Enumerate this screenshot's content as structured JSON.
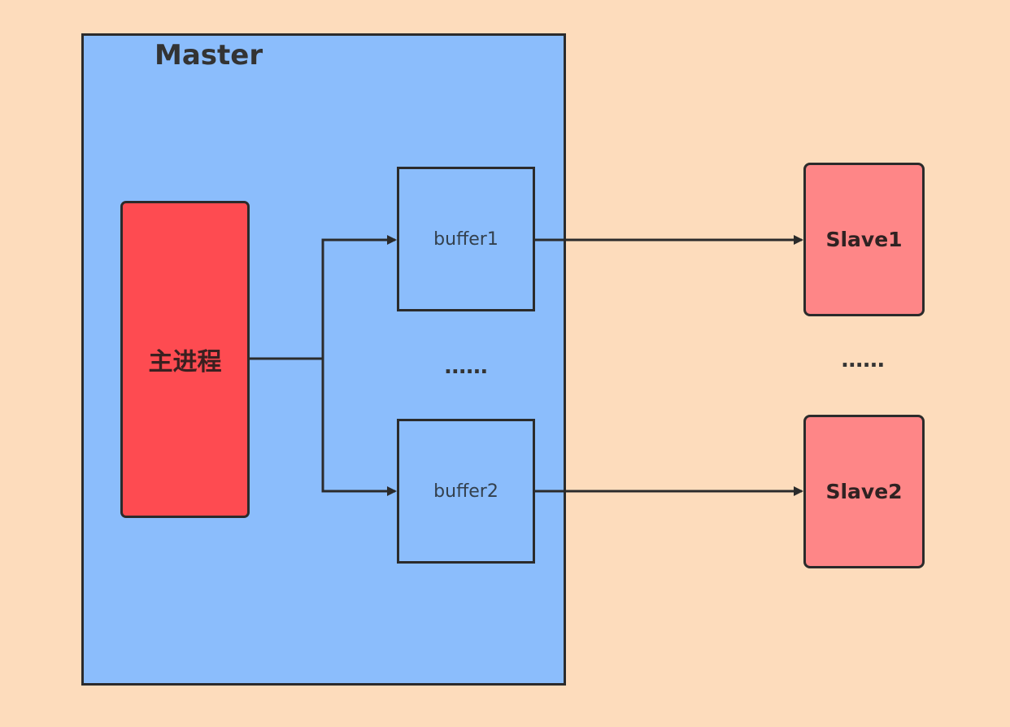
{
  "colors": {
    "background": "#fddcbc",
    "master_fill": "#8bbdfc",
    "main_process_fill": "#fe4b51",
    "buffer_fill": "#8bbdfc",
    "slave_fill": "#fe8687",
    "stroke": "#2b2b2b"
  },
  "master": {
    "title": "Master"
  },
  "main_process": {
    "label": "主进程"
  },
  "buffers": {
    "buffer1": "buffer1",
    "buffer2": "buffer2",
    "ellipsis": "......"
  },
  "slaves": {
    "slave1": "Slave1",
    "slave2": "Slave2",
    "ellipsis": "......"
  },
  "edges": [
    {
      "from": "主进程",
      "to": "buffer1"
    },
    {
      "from": "主进程",
      "to": "buffer2"
    },
    {
      "from": "buffer1",
      "to": "Slave1"
    },
    {
      "from": "buffer2",
      "to": "Slave2"
    }
  ]
}
